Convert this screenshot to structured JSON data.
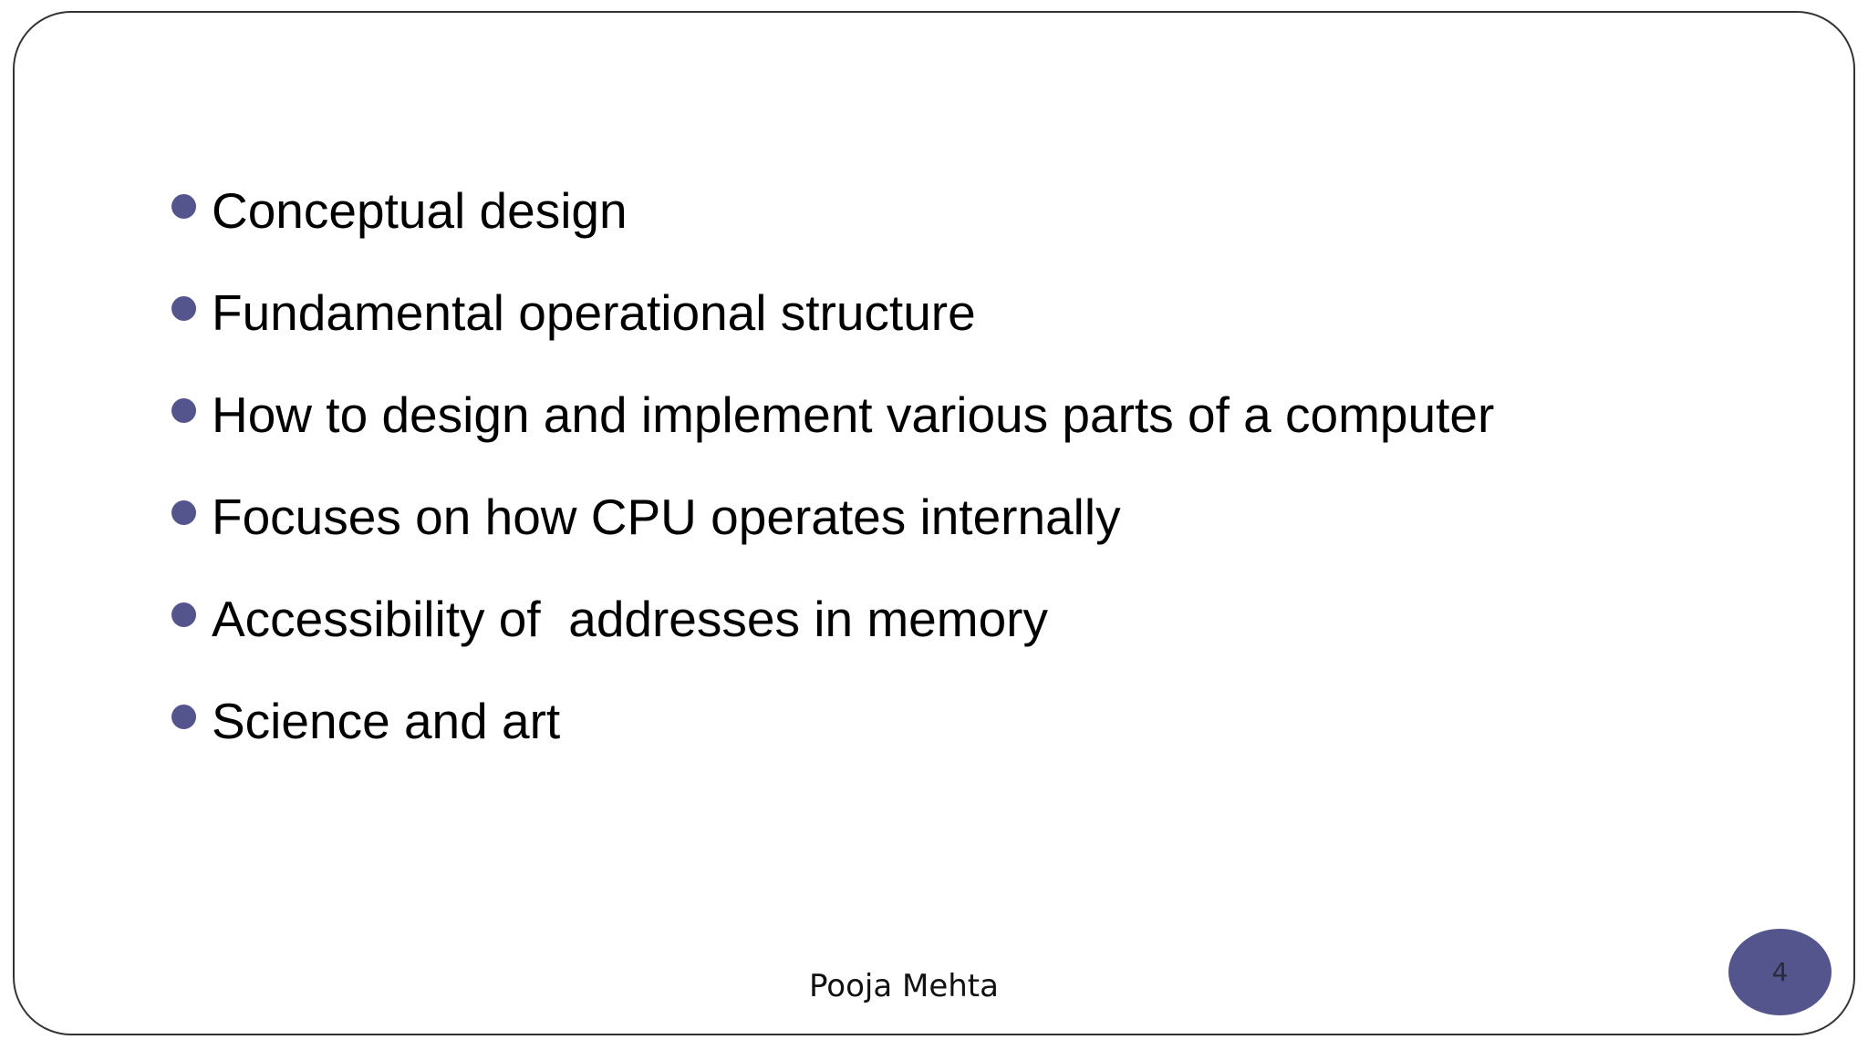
{
  "colors": {
    "bullet": "#55558e",
    "badge": "#55558e",
    "frame": "#333333",
    "text": "#000000"
  },
  "bullets": [
    "Conceptual design",
    "Fundamental operational structure",
    "How to design and implement various parts of a computer",
    "Focuses on how CPU operates internally",
    "Accessibility of  addresses in memory",
    "Science and art"
  ],
  "footer": {
    "author": "Pooja Mehta",
    "page_number": "4"
  }
}
